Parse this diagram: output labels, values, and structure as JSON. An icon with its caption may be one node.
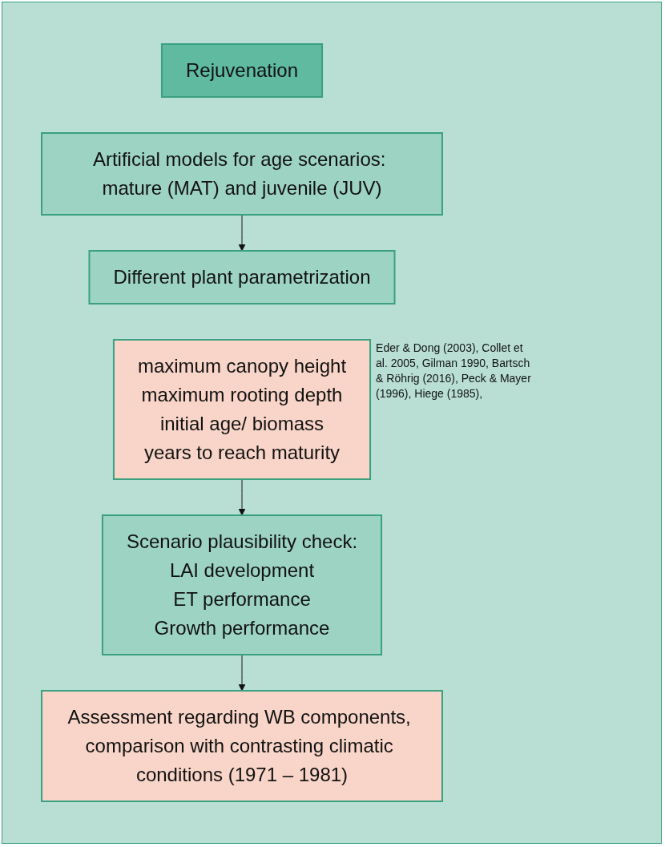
{
  "diagram": {
    "nodes": [
      {
        "text": [
          "Rejuvenation"
        ]
      },
      {
        "text": [
          "Artificial models for age scenarios: mature (MAT) and juvenile (JUV)"
        ]
      },
      {
        "text": [
          "Different plant parametrization"
        ]
      },
      {
        "text": [
          "maximum canopy height",
          "maximum rooting depth",
          "initial age/ biomass",
          "years to reach maturity"
        ],
        "beside": [
          "Eder & Dong (2003), Collet et al. 2005, Gilman 1990, Bartsch & Röhrig (2016), Peck & Mayer (1996), Hiege (1985),"
        ]
      },
      {
        "text": [
          "Scenario plausibility check:",
          "LAI development",
          "ET performance",
          "Growth performance"
        ]
      },
      {
        "text": [
          "Assessment regarding WB components, comparison with contrasting climatic conditions (1971 – 1981)"
        ]
      }
    ],
    "edges": [
      {
        "from": 1,
        "to": 2,
        "arrow": "to"
      },
      {
        "from": 3,
        "to": 4,
        "arrow": "to"
      },
      {
        "from": 4,
        "to": 5,
        "arrow": "to"
      }
    ]
  }
}
